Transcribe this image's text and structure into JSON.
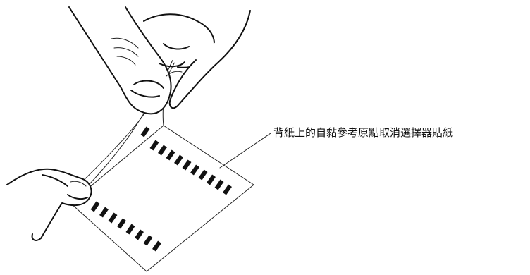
{
  "callout": {
    "label": "背紙上的自黏參考原點取消選擇器貼紙"
  },
  "sticker": {
    "marks_row_1": 10,
    "marks_row_2": 8
  }
}
